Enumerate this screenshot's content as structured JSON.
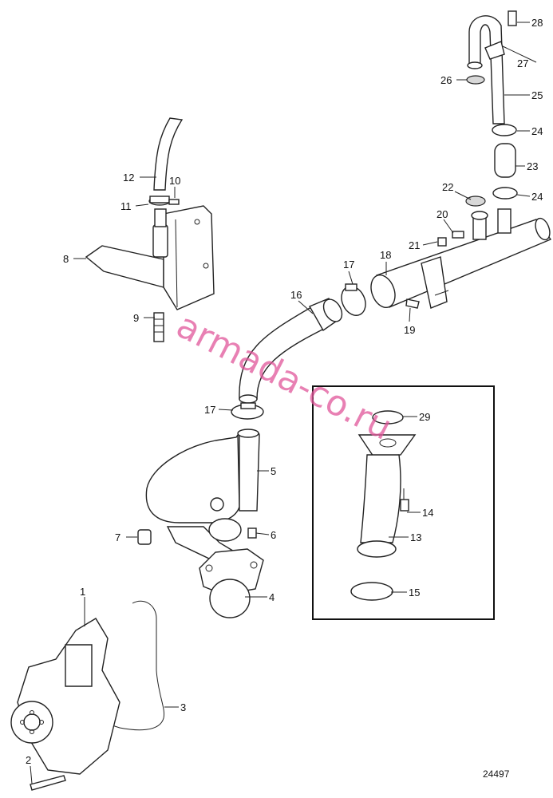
{
  "callouts": {
    "c1": "1",
    "c2": "2",
    "c3": "3",
    "c4": "4",
    "c5": "5",
    "c6": "6",
    "c7": "7",
    "c8": "8",
    "c9": "9",
    "c10": "10",
    "c11": "11",
    "c12": "12",
    "c13": "13",
    "c14": "14",
    "c15": "15",
    "c16": "16",
    "c17a": "17",
    "c17b": "17",
    "c18": "18",
    "c19": "19",
    "c20": "20",
    "c21": "21",
    "c22": "22",
    "c23": "23",
    "c24a": "24",
    "c24b": "24",
    "c25": "25",
    "c26": "26",
    "c27": "27",
    "c28": "28",
    "c29": "29"
  },
  "watermark": "armada-co.ru",
  "figure_number": "24497"
}
